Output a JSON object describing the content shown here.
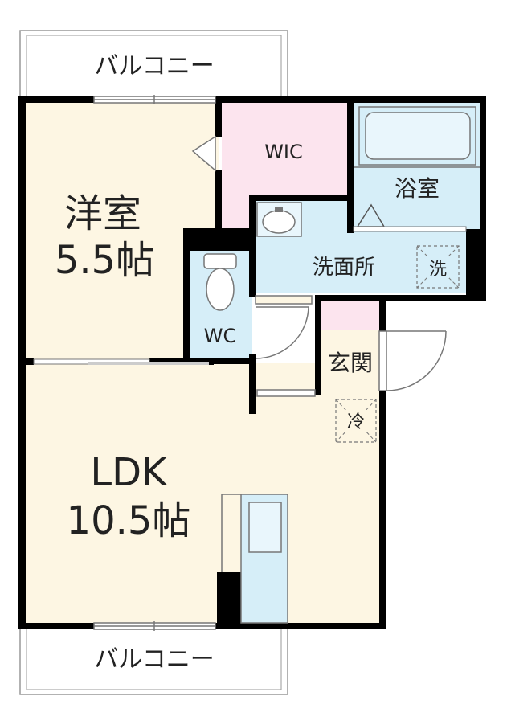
{
  "rooms": {
    "balcony_top": "バルコニー",
    "balcony_bottom": "バルコニー",
    "western_room": "洋室",
    "western_room_size": "5.5帖",
    "wic": "WIC",
    "bathroom": "浴室",
    "washroom": "洗面所",
    "washer_mark": "洗",
    "toilet": "WC",
    "entrance": "玄関",
    "fridge_mark": "冷",
    "ldk": "LDK",
    "ldk_size": "10.5帖"
  },
  "colors": {
    "wall": "#000000",
    "western_floor": "#fdf6e3",
    "ldk_floor": "#fdf6e3",
    "wic_floor": "#fce4ee",
    "wet_area": "#d6eef8",
    "entrance_floor": "#fdf6e3",
    "entrance_step": "#fce4ee",
    "balcony_floor": "#ffffff"
  }
}
